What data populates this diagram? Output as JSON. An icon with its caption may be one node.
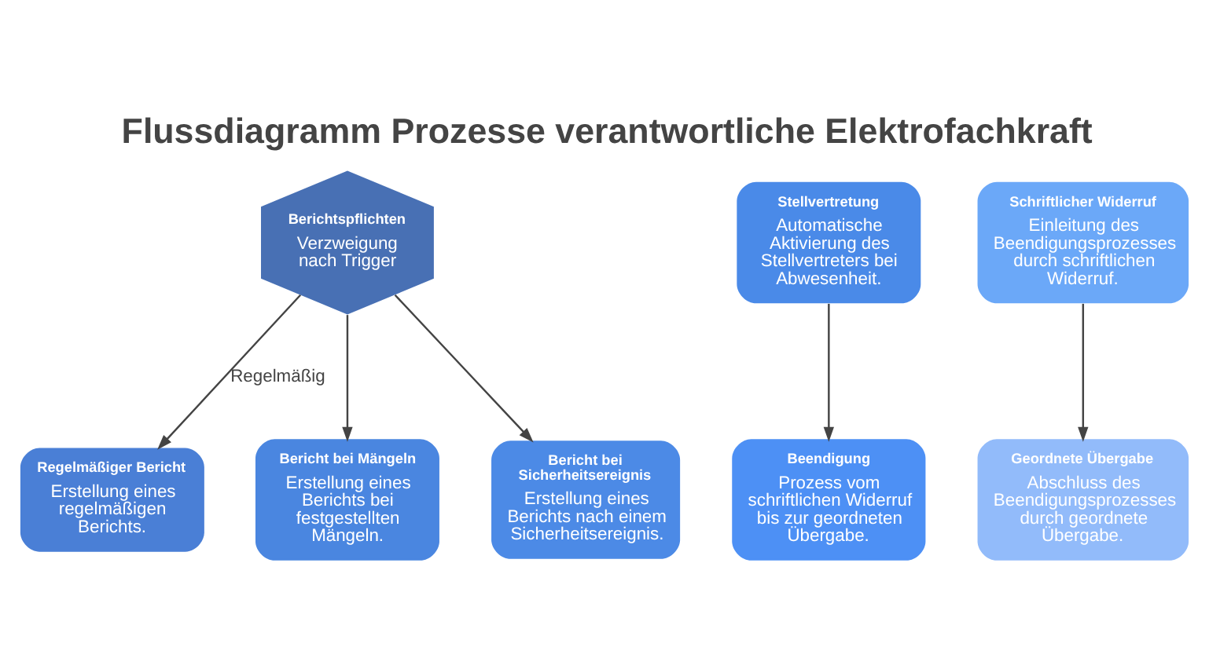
{
  "diagram": {
    "title": "Flussdiagramm Prozesse verantwortliche Elektrofachkraft",
    "nodes": [
      {
        "text": [
          "Berichtspflichten",
          "Verzweigung nach Trigger"
        ]
      },
      {
        "text": [
          "Stellvertretung",
          "Automatische Aktivierung des Stellvertreters bei Abwesenheit."
        ]
      },
      {
        "text": [
          "Schriftlicher Widerruf",
          "Einleitung des Beendigungsprozesses durch schriftlichen Widerruf."
        ]
      },
      {
        "text": [
          "Regelmäßiger Bericht",
          "Erstellung eines regelmäßigen Berichts."
        ]
      },
      {
        "text": [
          "Bericht bei Mängeln",
          "Erstellung eines Berichts bei festgestellten Mängeln."
        ]
      },
      {
        "text": [
          "Bericht bei Sicherheitsereignis",
          "Erstellung eines Berichts nach einem Sicherheitsereignis."
        ]
      },
      {
        "text": [
          "Beendigung",
          "Prozess vom schriftlichen Widerruf bis zur geordneten Übergabe."
        ]
      },
      {
        "text": [
          "Geordnete Übergabe",
          "Abschluss des Beendigungsprozesses durch geordnete Übergabe."
        ]
      }
    ],
    "edges": [
      {
        "from": 0,
        "to": 3,
        "arrow": "to",
        "label": "Regelmäßig"
      },
      {
        "from": 0,
        "to": 4,
        "arrow": "to"
      },
      {
        "from": 0,
        "to": 5,
        "arrow": "to"
      },
      {
        "from": 1,
        "to": 6,
        "arrow": "to"
      },
      {
        "from": 2,
        "to": 7,
        "arrow": "to"
      }
    ]
  }
}
